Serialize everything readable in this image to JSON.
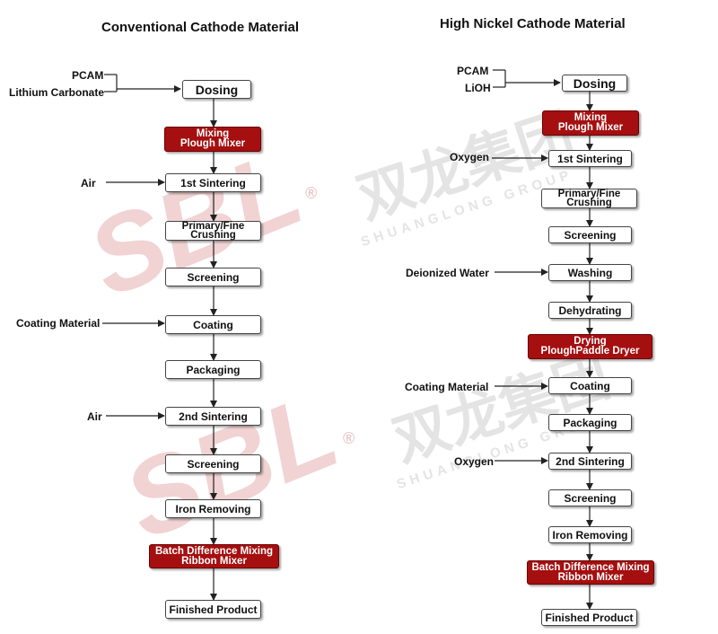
{
  "left": {
    "title": "Conventional Cathode Material",
    "inputs": [
      "PCAM",
      "Lithium Carbonate"
    ],
    "side": {
      "air1": "Air",
      "coating": "Coating Material",
      "air2": "Air"
    },
    "steps": [
      "Dosing",
      [
        "Mixing",
        "Plough Mixer"
      ],
      "1st Sintering",
      [
        "Primary/Fine",
        "Crushing"
      ],
      "Screening",
      "Coating",
      "Packaging",
      "2nd Sintering",
      "Screening",
      "Iron Removing",
      [
        "Batch Difference Mixing",
        "Ribbon Mixer"
      ],
      "Finished Product"
    ]
  },
  "right": {
    "title": "High Nickel Cathode Material",
    "inputs": [
      "PCAM",
      "LiOH"
    ],
    "side": {
      "oxygen1": "Oxygen",
      "water": "Deionized Water",
      "coating": "Coating Material",
      "oxygen2": "Oxygen"
    },
    "steps": [
      "Dosing",
      [
        "Mixing",
        "Plough Mixer"
      ],
      "1st Sintering",
      [
        "Primary/Fine",
        "Crushing"
      ],
      "Screening",
      "Washing",
      "Dehydrating",
      [
        "Drying",
        "PloughPaddle Dryer"
      ],
      "Coating",
      "Packaging",
      "2nd Sintering",
      "Screening",
      "Iron Removing",
      [
        "Batch Difference Mixing",
        "Ribbon Mixer"
      ],
      "Finished Product"
    ]
  },
  "watermark": {
    "logo": "SBL",
    "registered": "®",
    "chinese": "双龙集团",
    "english": "SHUANGLONG GROUP",
    "color": "#e7b9b9"
  },
  "colors": {
    "highlight": "#a50f10",
    "line": "#333333"
  }
}
